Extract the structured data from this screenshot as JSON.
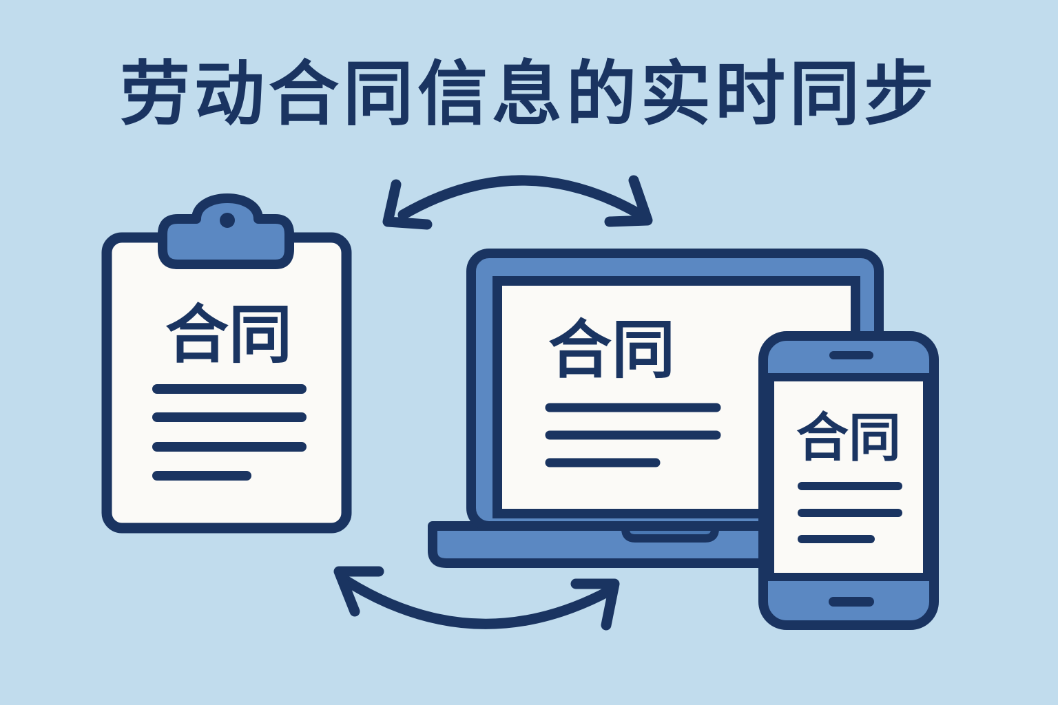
{
  "title": "劳动合同信息的实时同步",
  "clipboard": {
    "label": "合同"
  },
  "laptop": {
    "label": "合同"
  },
  "phone": {
    "label": "合同"
  },
  "colors": {
    "background": "#c1dced",
    "outline": "#1a3461",
    "accent": "#5b88c2",
    "paper": "#fbfaf7"
  },
  "icons": {
    "top_arrow": "sync-arrow-top-icon",
    "bottom_arrow": "sync-arrow-bottom-icon",
    "clipboard": "clipboard-icon",
    "laptop": "laptop-icon",
    "phone": "smartphone-icon"
  }
}
